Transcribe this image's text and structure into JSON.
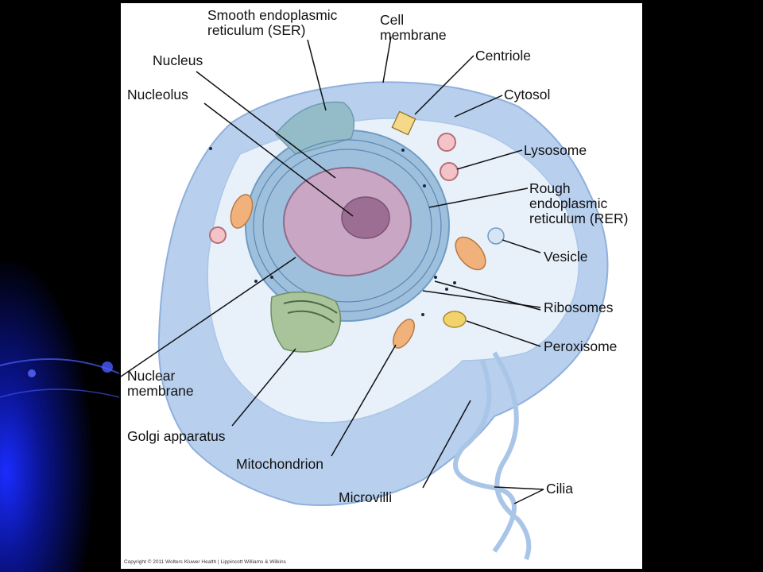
{
  "labels": {
    "ser": "Smooth endoplasmic\nreticulum (SER)",
    "cell_membrane": "Cell\nmembrane",
    "centriole": "Centriole",
    "nucleus": "Nucleus",
    "cytosol": "Cytosol",
    "nucleolus": "Nucleolus",
    "lysosome": "Lysosome",
    "rer": "Rough\nendoplasmic\nreticulum (RER)",
    "vesicle": "Vesicle",
    "ribosomes": "Ribosomes",
    "peroxisome": "Peroxisome",
    "nuclear_membrane": "Nuclear\nmembrane",
    "golgi": "Golgi apparatus",
    "mitochondrion": "Mitochondrion",
    "cilia": "Cilia",
    "microvilli": "Microvilli"
  },
  "copyright": "Copyright © 2011 Wolters Kluwer Health | Lippincott Williams & Wilkins",
  "colors": {
    "cytoplasm": "#e8f0fa",
    "cell_edge": "#a9c6e8",
    "nucleus": "#c9a6c4",
    "nucleolus": "#9c6e93",
    "golgi": "#a9c49b",
    "mitochondrion": "#f0b27a",
    "lysosome": "#f3c3c8"
  }
}
